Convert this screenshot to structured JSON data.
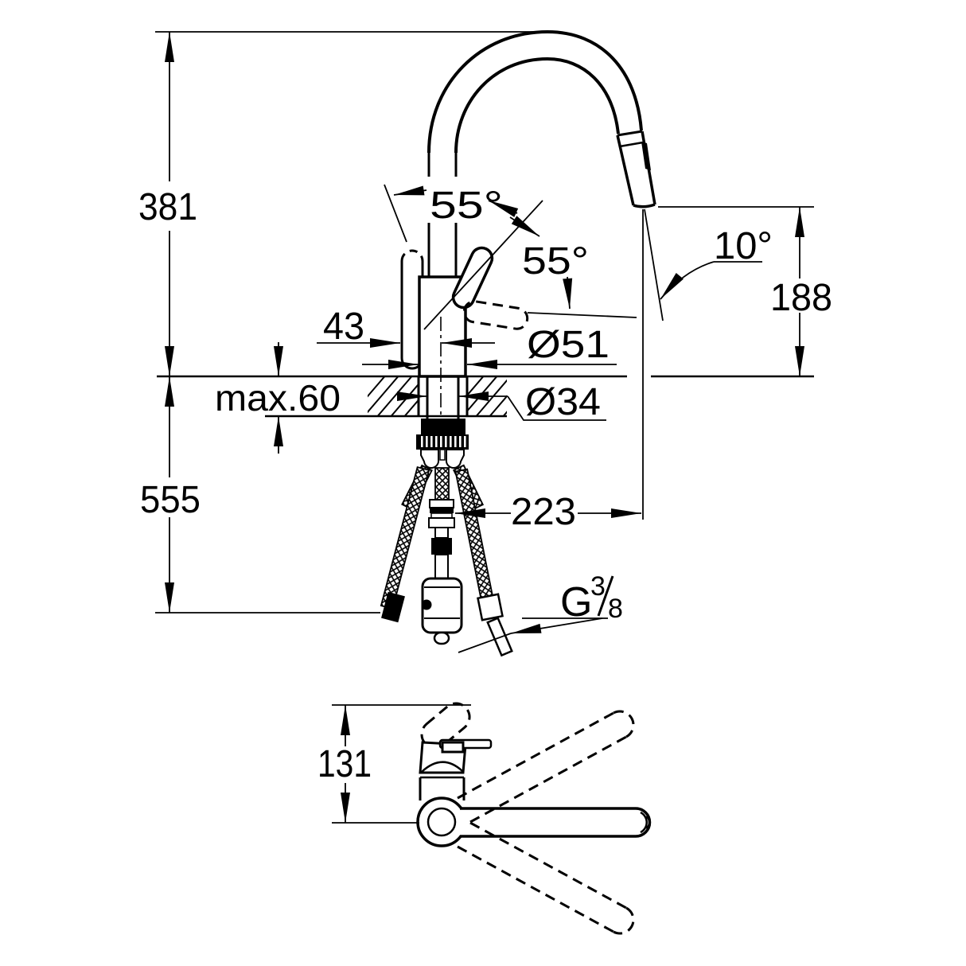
{
  "colors": {
    "background": "#ffffff",
    "ink": "#000000"
  },
  "main_view": {
    "labels": {
      "overall_height": "381",
      "height_below_deck": "555",
      "deck_thickness_max": "max.60",
      "handle_to_center": "43",
      "body_diameter": "Ø51",
      "shank_diameter": "Ø34",
      "outlet_height": "188",
      "spray_angle": "10°",
      "handle_swing_upper": "55°",
      "handle_swing_lower": "55°",
      "outlet_offset": "223",
      "thread_letter": "G",
      "thread_numerator": "3",
      "thread_denominator": "8"
    }
  },
  "top_view": {
    "labels": {
      "body_depth": "131"
    }
  }
}
